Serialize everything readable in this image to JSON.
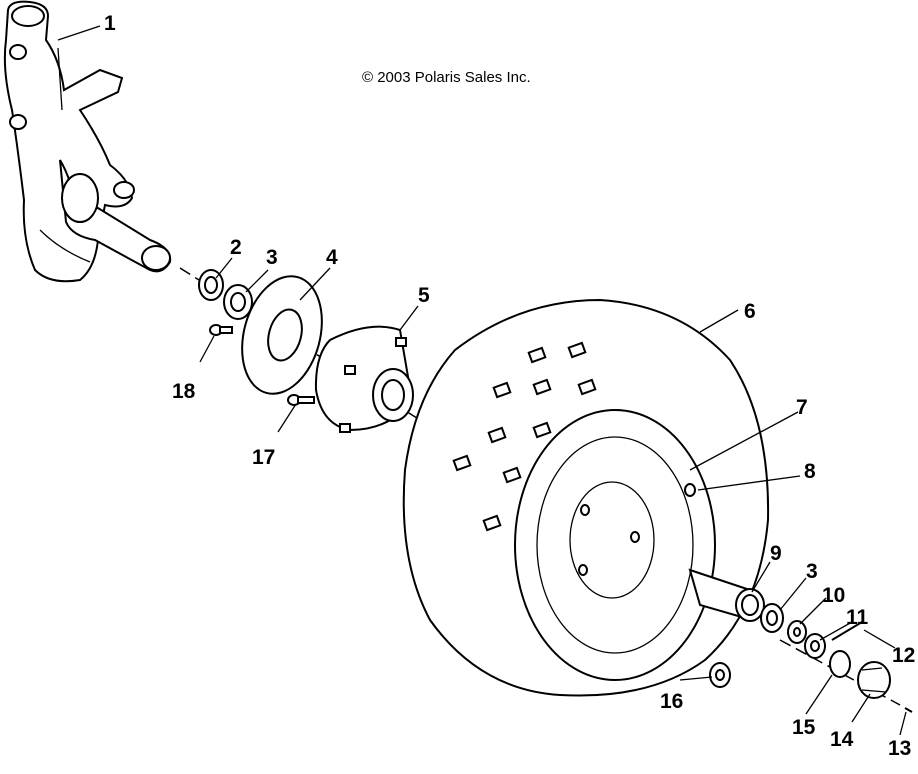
{
  "copyright": "© 2003 Polaris Sales Inc.",
  "callouts": [
    {
      "id": "1",
      "label": "1"
    },
    {
      "id": "2",
      "label": "2"
    },
    {
      "id": "3a",
      "label": "3"
    },
    {
      "id": "4",
      "label": "4"
    },
    {
      "id": "5",
      "label": "5"
    },
    {
      "id": "6",
      "label": "6"
    },
    {
      "id": "7",
      "label": "7"
    },
    {
      "id": "8",
      "label": "8"
    },
    {
      "id": "9",
      "label": "9"
    },
    {
      "id": "3b",
      "label": "3"
    },
    {
      "id": "10",
      "label": "10"
    },
    {
      "id": "11",
      "label": "11"
    },
    {
      "id": "12",
      "label": "12"
    },
    {
      "id": "13",
      "label": "13"
    },
    {
      "id": "14",
      "label": "14"
    },
    {
      "id": "15",
      "label": "15"
    },
    {
      "id": "16",
      "label": "16"
    },
    {
      "id": "17",
      "label": "17"
    },
    {
      "id": "18",
      "label": "18"
    }
  ]
}
